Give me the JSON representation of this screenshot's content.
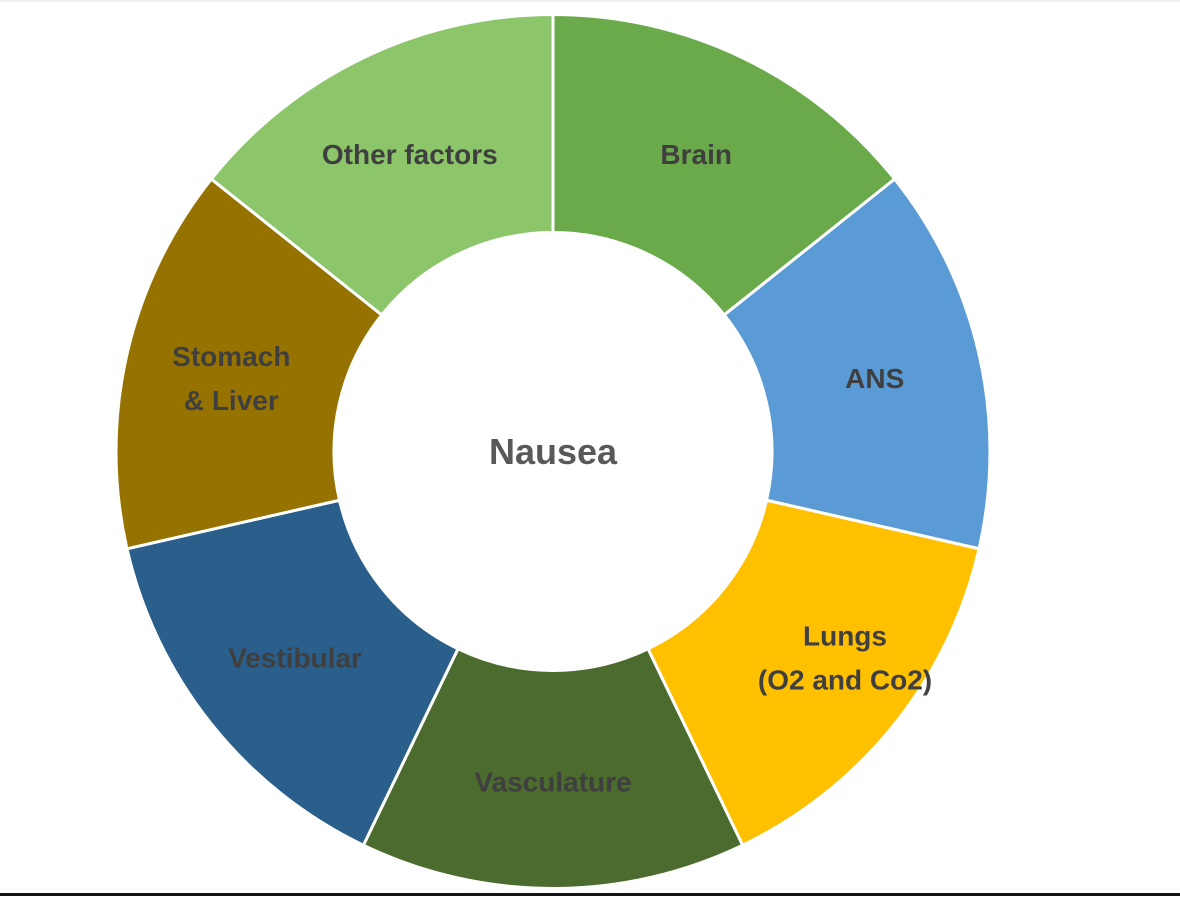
{
  "page": {
    "background": "#ffffff",
    "bottom_rule_color": "#141414"
  },
  "chart_data": {
    "type": "pie",
    "subtype": "donut",
    "title": "",
    "center_label": "Nausea",
    "direction": "clockwise",
    "start_angle_deg": 0,
    "donut_hole_ratio": 0.5,
    "legend": "none",
    "categories": [
      "Brain",
      "ANS",
      "Lungs (O2 and Co2)",
      "Vasculature",
      "Vestibular",
      "Stomach & Liver",
      "Other factors"
    ],
    "values": [
      1,
      1,
      1,
      1,
      1,
      1,
      1
    ],
    "segments": [
      {
        "label": "Brain",
        "label_lines": [
          "Brain"
        ],
        "value": 1,
        "color": "#6BAA4B"
      },
      {
        "label": "ANS",
        "label_lines": [
          "ANS"
        ],
        "value": 1,
        "color": "#5B9BD5"
      },
      {
        "label": "Lungs (O2 and Co2)",
        "label_lines": [
          "Lungs",
          "(O2 and Co2)"
        ],
        "value": 1,
        "color": "#FFC000"
      },
      {
        "label": "Vasculature",
        "label_lines": [
          "Vasculature"
        ],
        "value": 1,
        "color": "#4C6B2F"
      },
      {
        "label": "Vestibular",
        "label_lines": [
          "Vestibular"
        ],
        "value": 1,
        "color": "#2A5E8B"
      },
      {
        "label": "Stomach & Liver",
        "label_lines": [
          "Stomach",
          "& Liver"
        ],
        "value": 1,
        "color": "#967300"
      },
      {
        "label": "Other factors",
        "label_lines": [
          "Other factors"
        ],
        "value": 1,
        "color": "#8DC56B"
      }
    ],
    "segment_label_color": "#3F3F3F",
    "center_label_color": "#595959",
    "segment_gap_color": "#FFFFFF"
  }
}
